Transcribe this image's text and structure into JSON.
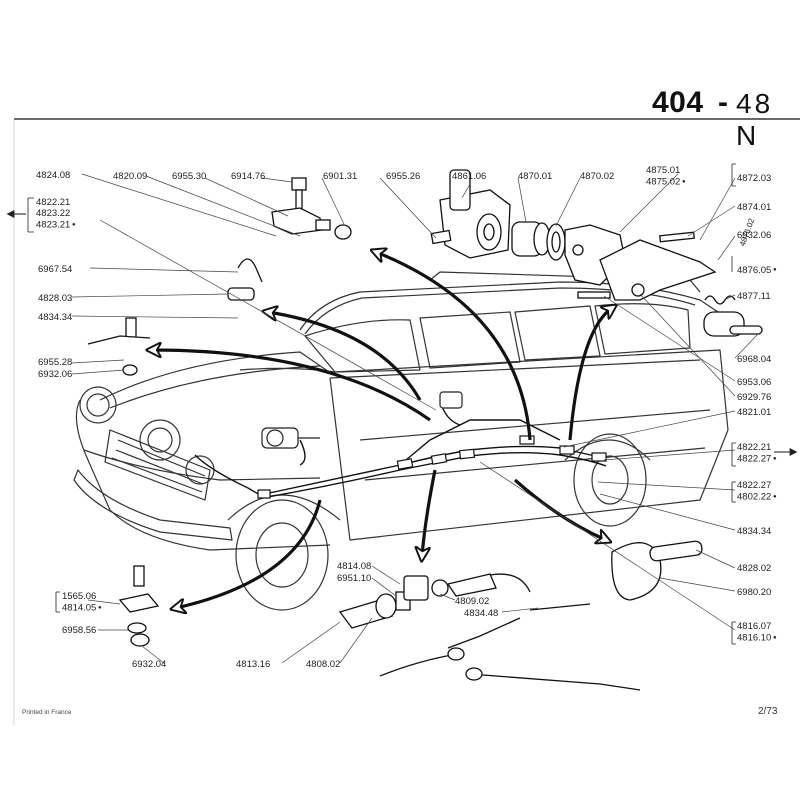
{
  "header": {
    "model": "404",
    "dash": "-",
    "plate": "48 N"
  },
  "footer": {
    "printed": "Printed in France",
    "page": "2/73"
  },
  "refs": {
    "r4824_08": "4824.08",
    "r4820_09": "4820.09",
    "r6955_30": "6955.30",
    "r6914_76": "6914.76",
    "r6901_31": "6901.31",
    "r6955_26": "6955.26",
    "r4861_06": "4861.06",
    "r4870_01": "4870.01",
    "r4870_02": "4870.02",
    "r4875_01": "4875.01",
    "r4875_02": "4875.02",
    "r4872_03": "4872.03",
    "r4874_01": "4874.01",
    "r6932_06_top": "6932.06",
    "r4876_02": "4876.02",
    "r4876_05": "4876.05",
    "r4877_11": "4877.11",
    "r6968_04": "6968.04",
    "r6953_06": "6953.06",
    "r6929_76": "6929.76",
    "r4821_01": "4821.01",
    "r4822_21_left": "4822.21",
    "r4823_22": "4823.22",
    "r4823_21": "4823.21",
    "r6967_54": "6967.54",
    "r4828_03": "4828.03",
    "r4834_34_left": "4834.34",
    "r6955_28": "6955.28",
    "r6932_06_left": "6932.06",
    "r4822_21_right": "4822.21",
    "r4822_27_right": "4822.27",
    "r4822_27": "4822.27",
    "r4802_22": "4802.22",
    "r4834_34_right": "4834.34",
    "r4828_02": "4828.02",
    "r6980_20": "6980.20",
    "r4816_07": "4816.07",
    "r4816_10": "4816.10",
    "r4814_08": "4814.08",
    "r6951_10": "6951.10",
    "r4809_02": "4809.02",
    "r4834_48": "4834.48",
    "r1565_06": "1565.06",
    "r4814_05": "4814.05",
    "r6958_56": "6958.56",
    "r6932_04": "6932.04",
    "r4813_16": "4813.16",
    "r4808_02": "4808.02"
  }
}
